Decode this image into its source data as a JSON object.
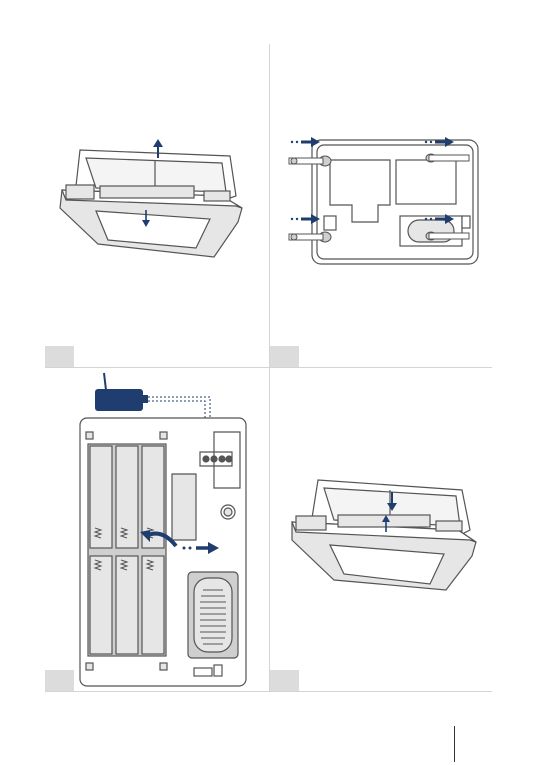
{
  "colors": {
    "accent": "#1f3d6e",
    "outline": "#555555",
    "light_gray": "#e6e6e6",
    "mid_gray": "#cfcfcf",
    "divider": "#d4d4d4"
  },
  "icons": {
    "arrow_push": "arrow-right-icon",
    "arrow_lift": "arrow-up-icon",
    "power_adapter": "power-adapter-icon",
    "screw": "screw-icon"
  },
  "panels": [
    {
      "id": "panel-1",
      "step": ""
    },
    {
      "id": "panel-2",
      "step": ""
    },
    {
      "id": "panel-3",
      "step": ""
    },
    {
      "id": "panel-4",
      "step": ""
    }
  ]
}
